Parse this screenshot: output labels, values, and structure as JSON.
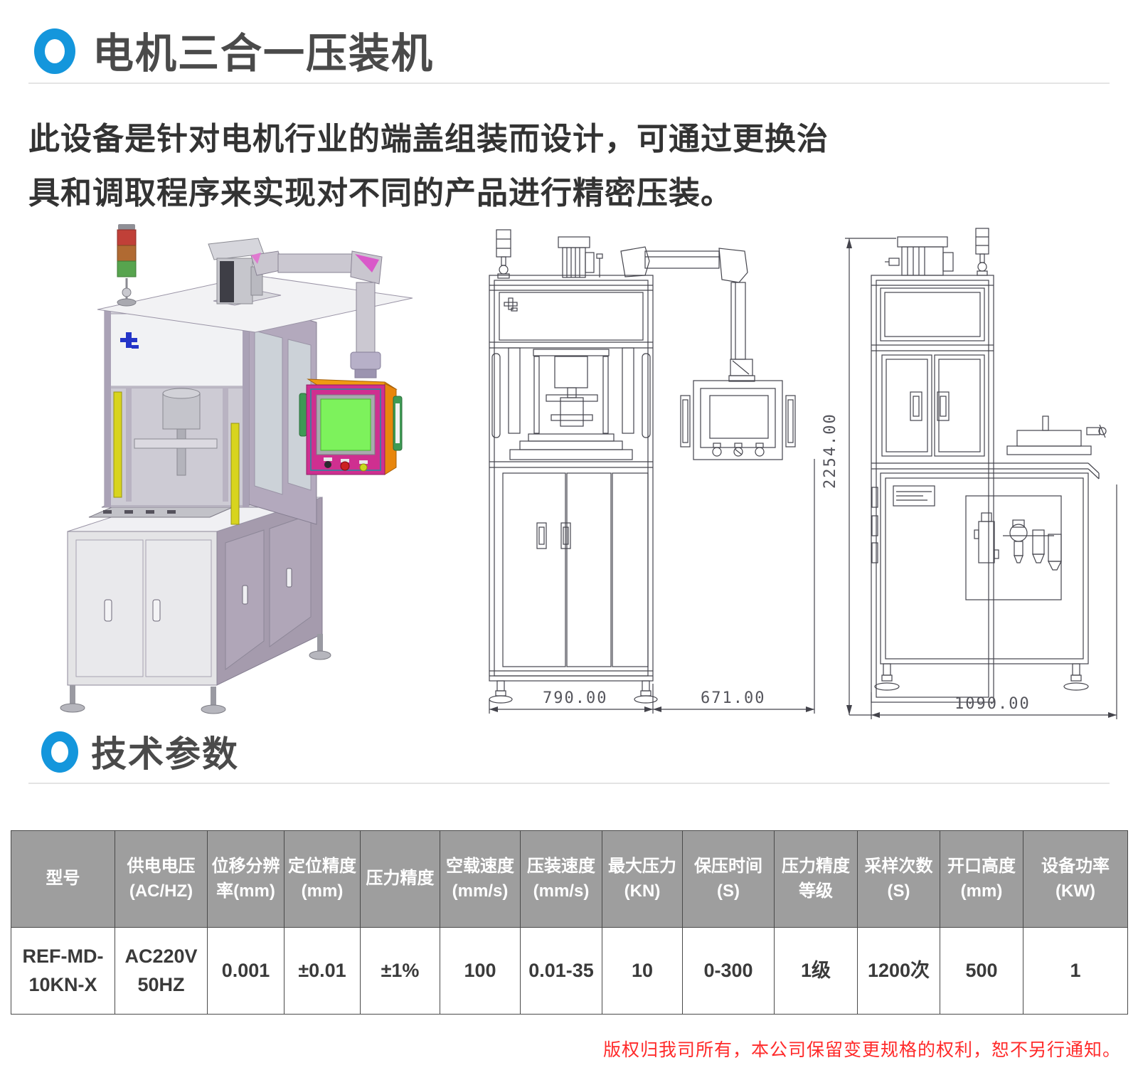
{
  "colors": {
    "accent_blue": "#1496dc",
    "table_header_gray": "#9e9e9e",
    "footer_red": "#ff2a2a",
    "title_gray": "#4a4a4a"
  },
  "sections": {
    "product": {
      "title": "电机三合一压装机"
    },
    "specs": {
      "title": "技术参数"
    }
  },
  "description": {
    "line1": "此设备是针对电机行业的端盖组装而设计，可通过更换治",
    "line2": "具和调取程序来实现对不同的产品进行精密压装。"
  },
  "drawings": {
    "front_view": {
      "width_label": "790.00",
      "side_offset_label": "671.00"
    },
    "side_view": {
      "height_label": "2254.00",
      "width_label": "1090.00"
    }
  },
  "spec_table": {
    "columns": [
      {
        "label": "型号",
        "value": "REF-MD-\n10KN-X"
      },
      {
        "label": "供电电压\n(AC/HZ)",
        "value": "AC220V\n50HZ"
      },
      {
        "label": "位移分辨\n率(mm)",
        "value": "0.001"
      },
      {
        "label": "定位精度\n(mm)",
        "value": "±0.01"
      },
      {
        "label": "压力精度",
        "value": "±1%"
      },
      {
        "label": "空载速度\n(mm/s)",
        "value": "100"
      },
      {
        "label": "压装速度\n(mm/s)",
        "value": "0.01-35"
      },
      {
        "label": "最大压力\n(KN)",
        "value": "10"
      },
      {
        "label": "保压时间\n(S)",
        "value": "0-300"
      },
      {
        "label": "压力精度\n等级",
        "value": "1级"
      },
      {
        "label": "采样次数\n(S)",
        "value": "1200次"
      },
      {
        "label": "开口高度\n(mm)",
        "value": "500"
      },
      {
        "label": "设备功率\n(KW)",
        "value": "1"
      }
    ]
  },
  "footer": {
    "copyright": "版权归我司所有，本公司保留变更规格的权利，恕不另行通知。"
  }
}
